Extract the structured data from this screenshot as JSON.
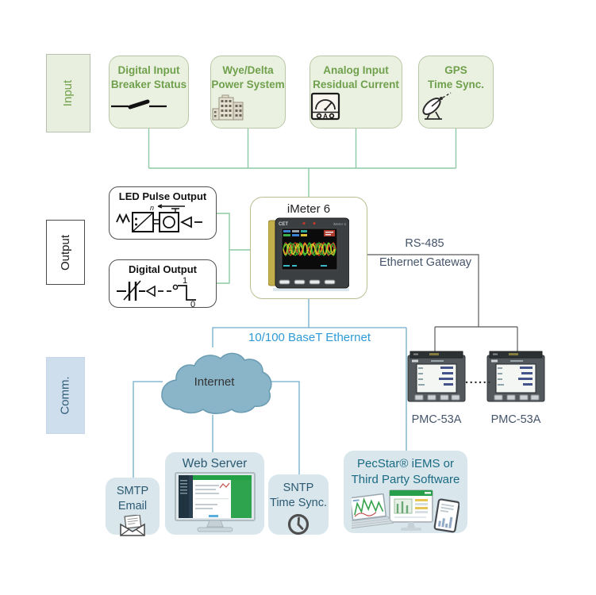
{
  "sections": {
    "input": "Input",
    "output": "Output",
    "comm": "Comm."
  },
  "input_nodes": [
    {
      "line1": "Digital Input",
      "line2": "Breaker Status",
      "icon": "breaker-switch-icon"
    },
    {
      "line1": "Wye/Delta",
      "line2": "Power System",
      "icon": "buildings-icon"
    },
    {
      "line1": "Analog Input",
      "line2": "Residual Current",
      "icon": "analog-meter-icon",
      "meter_letter": "A"
    },
    {
      "line1": "GPS",
      "line2": "Time Sync.",
      "icon": "satellite-dish-icon"
    }
  ],
  "output_nodes": [
    {
      "label": "LED Pulse Output",
      "annotation_n": "n"
    },
    {
      "label": "Digital Output",
      "level_high": "1",
      "level_low": "0"
    }
  ],
  "meter": {
    "title": "iMeter 6",
    "brand": "CET",
    "model": "iMeter 6"
  },
  "gateway": {
    "line1": "RS-485",
    "line2": "Ethernet Gateway"
  },
  "labels": {
    "ethernet": "10/100 BaseT Ethernet",
    "internet": "Internet"
  },
  "pmc": {
    "labels": [
      "PMC-53A",
      "PMC-53A"
    ],
    "dots": "......"
  },
  "bottom": {
    "smtp": {
      "line1": "SMTP",
      "line2": "Email"
    },
    "web": {
      "label": "Web Server"
    },
    "sntp": {
      "line1": "SNTP",
      "line2": "Time Sync."
    },
    "pecstar": {
      "line1": "PecStar® iEMS or",
      "line2": "Third Party Software"
    }
  },
  "colors": {
    "input_fill": "#ebf1e1",
    "input_border": "#b9c7a6",
    "input_text": "#6fa04c",
    "green_line": "#8ccaa6",
    "dark_line": "#595959",
    "navy_text": "#44546a",
    "blue_text": "#2e9ad6",
    "blue_line": "#6fadc9",
    "cloud_fill": "#8ab4c8",
    "comm_fill": "#cfdeed",
    "bottom_fill": "#d9e6ec",
    "bottom_text": "#2b5a72",
    "pecstar_text": "#1a6a83"
  }
}
